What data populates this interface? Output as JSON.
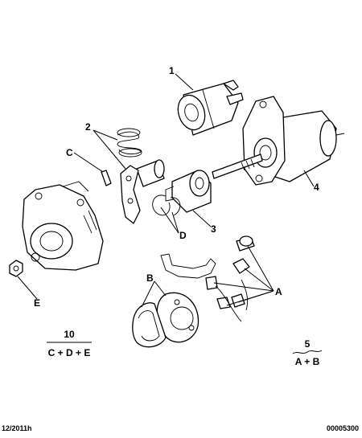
{
  "callouts": {
    "c1": "1",
    "c2": "2",
    "c3": "3",
    "c4": "4",
    "cA": "A",
    "cB": "B",
    "cC": "C",
    "cD": "D",
    "cE": "E"
  },
  "kits": {
    "kit10": {
      "number": "10",
      "formula": "C + D + E"
    },
    "kit5": {
      "number": "5",
      "formula": "A + B"
    }
  },
  "footer": {
    "date": "12/2011h",
    "reference": "00005300"
  }
}
